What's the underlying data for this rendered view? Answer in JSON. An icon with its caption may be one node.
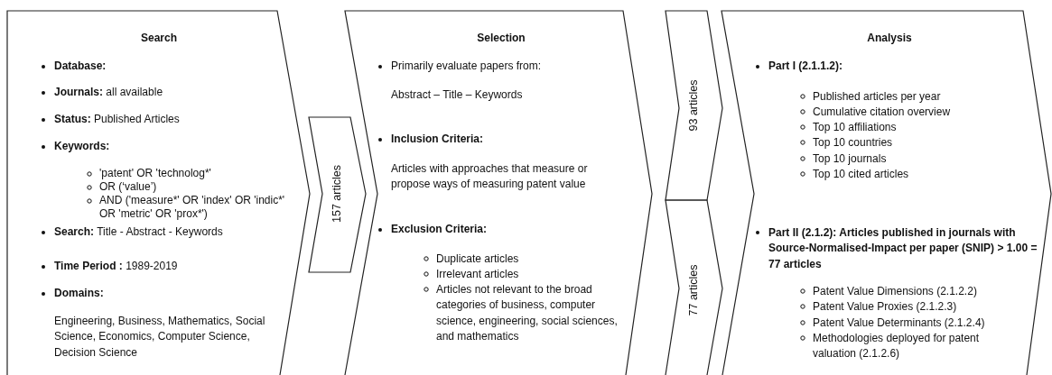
{
  "diagram": {
    "nodes": [
      {
        "text": [
          "Search",
          "Database:",
          "**Journals:** all available",
          "**Status:** Published Articles",
          "Keywords:",
          "'patent' OR 'technolog*'",
          "OR (‘value’)",
          "AND ('measure*' OR 'index' OR 'indic*' OR 'metric' OR 'prox*')",
          "**Search:** Title - Abstract - Keywords",
          "**Time Period :** 1989-2019",
          "Domains:",
          "Engineering, Business, Mathematics, Social Science, Economics, Computer Science, Decision Science"
        ]
      },
      {
        "text": [
          "157 articles"
        ]
      },
      {
        "text": [
          "Selection",
          "Primarily evaluate papers from:",
          "Abstract – Title – Keywords",
          "Inclusion Criteria:",
          "Articles with approaches that measure or propose ways of measuring patent value",
          "Exclusion Criteria:",
          "Duplicate articles",
          "Irrelevant articles",
          "Articles not relevant to the broad categories of business, computer science, engineering, social sciences, and mathematics"
        ]
      },
      {
        "text": [
          "93 articles"
        ]
      },
      {
        "text": [
          "77 articles"
        ]
      },
      {
        "text": [
          "Analysis",
          "Part I (2.1.1.2):",
          "Published articles per year",
          "Cumulative citation overview",
          "Top 10 affiliations",
          "Top 10 countries",
          "Top 10 journals",
          "Top 10 cited articles",
          "Part II (2.1.2): Articles published in journals with Source-Normalised-Impact per paper (SNIP) > 1.00 = 77 articles",
          "Patent Value Dimensions (2.1.2.2)",
          "Patent Value Proxies (2.1.2.3)",
          "Patent Value Determinants (2.1.2.4)",
          "Methodologies deployed for patent valuation (2.1.2.6)"
        ]
      }
    ]
  }
}
